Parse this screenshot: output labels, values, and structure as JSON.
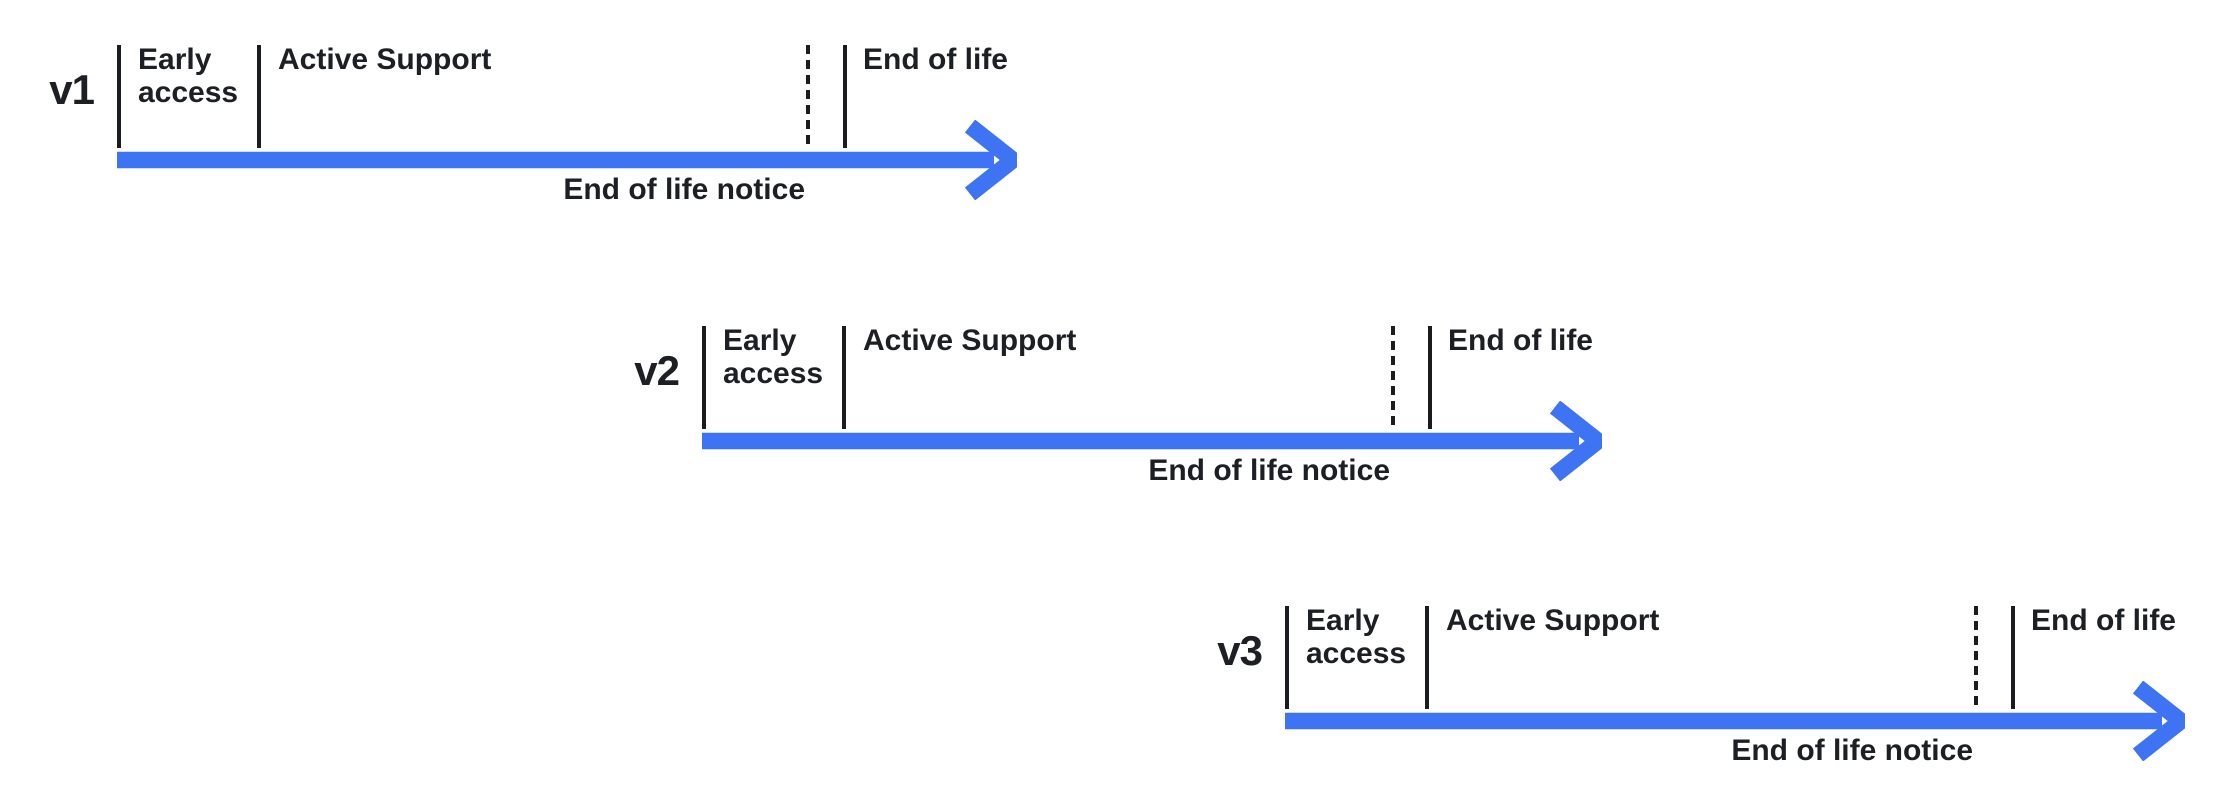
{
  "diagram": {
    "type": "version-lifecycle-timelines",
    "background": "#ffffff",
    "colors": {
      "arrow": "#3e74f4",
      "tick": "#1a1c20",
      "text": "#1c1f24"
    },
    "rows": [
      {
        "version": "v1",
        "labels": {
          "early_access": "Early access",
          "active_support": "Active Support",
          "end_of_life": "End of life",
          "end_of_life_notice": "End of life notice"
        }
      },
      {
        "version": "v2",
        "labels": {
          "early_access": "Early access",
          "active_support": "Active Support",
          "end_of_life": "End of life",
          "end_of_life_notice": "End of life notice"
        }
      },
      {
        "version": "v3",
        "labels": {
          "early_access": "Early access",
          "active_support": "Active Support",
          "end_of_life": "End of life",
          "end_of_life_notice": "End of life notice"
        }
      }
    ]
  }
}
